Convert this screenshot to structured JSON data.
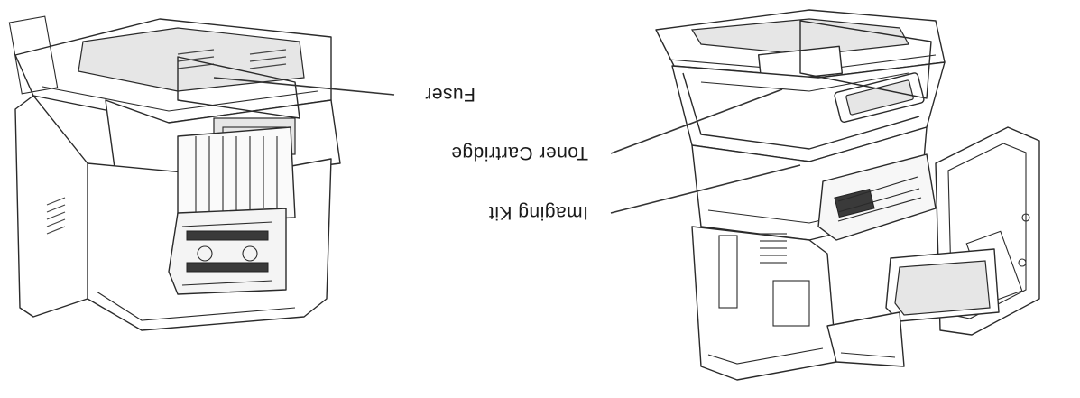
{
  "figure": {
    "orientation_note": "upside-down",
    "labels": {
      "fuser": "Fuser",
      "toner_cartridge": "Toner Cartridge",
      "imaging_kit": "Imaging Kit"
    }
  }
}
